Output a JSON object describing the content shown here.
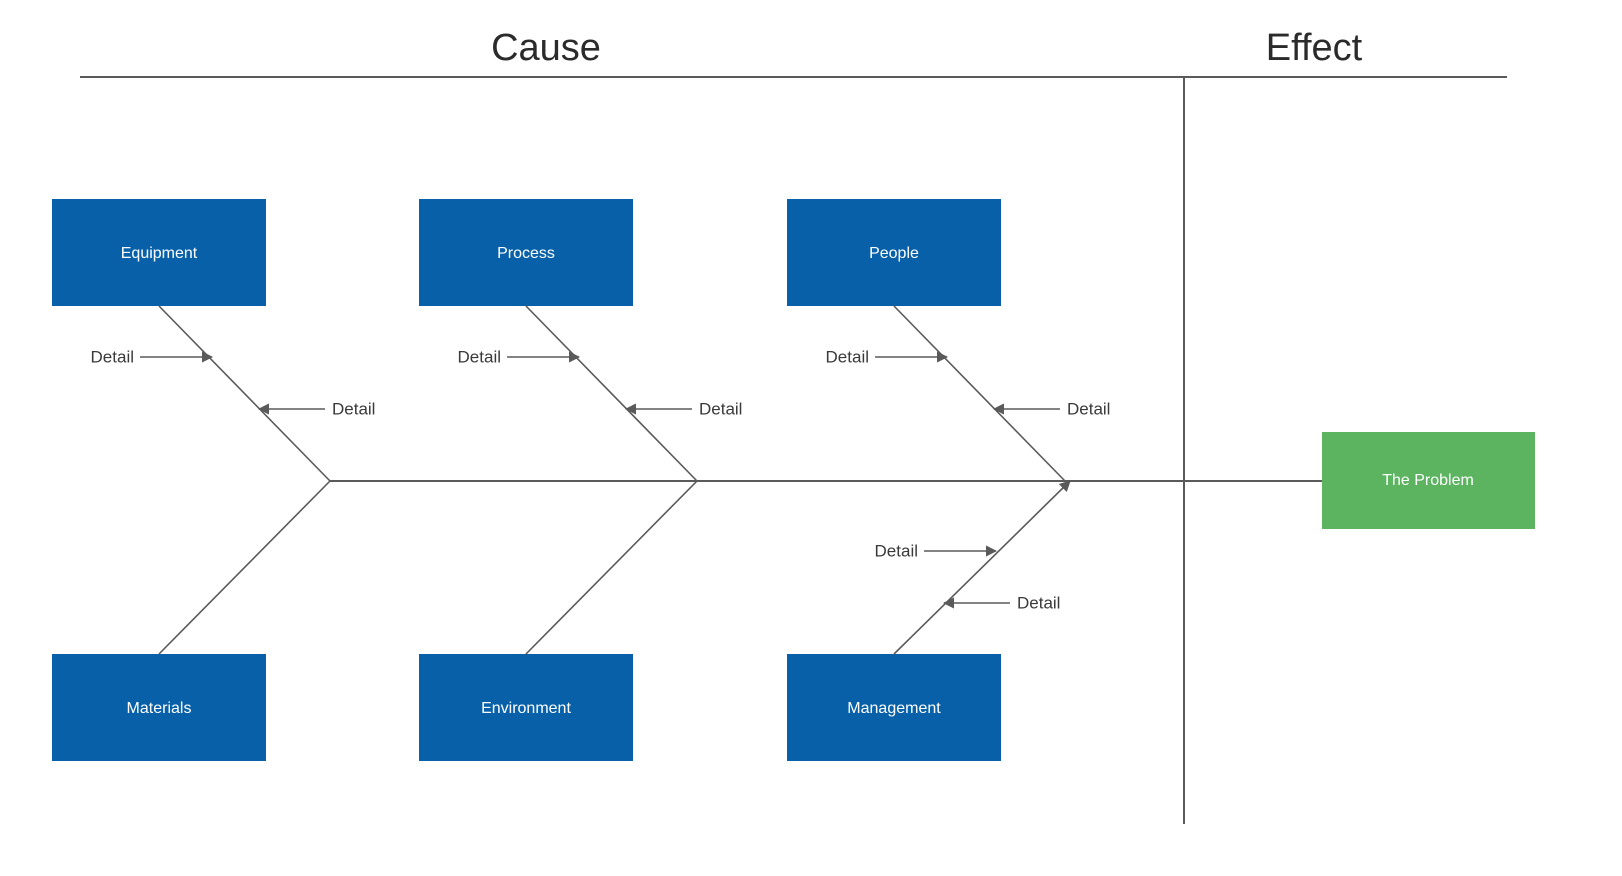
{
  "header": {
    "cause_title": "Cause",
    "effect_title": "Effect"
  },
  "effect": {
    "label": "The Problem",
    "color": "#5cb460"
  },
  "style": {
    "category_color": "#0861a8",
    "line_color": "#5a5a5a",
    "text_color": "#3a3a3a",
    "background": "#ffffff"
  },
  "categories": [
    {
      "id": "equipment",
      "label": "Equipment",
      "position": "top",
      "details": [
        {
          "label": "Detail",
          "direction": "right"
        },
        {
          "label": "Detail",
          "direction": "left"
        }
      ]
    },
    {
      "id": "process",
      "label": "Process",
      "position": "top",
      "details": [
        {
          "label": "Detail",
          "direction": "right"
        },
        {
          "label": "Detail",
          "direction": "left"
        }
      ]
    },
    {
      "id": "people",
      "label": "People",
      "position": "top",
      "details": [
        {
          "label": "Detail",
          "direction": "right"
        },
        {
          "label": "Detail",
          "direction": "left"
        }
      ]
    },
    {
      "id": "materials",
      "label": "Materials",
      "position": "bottom",
      "details": []
    },
    {
      "id": "environment",
      "label": "Environment",
      "position": "bottom",
      "details": []
    },
    {
      "id": "management",
      "label": "Management",
      "position": "bottom",
      "details": [
        {
          "label": "Detail",
          "direction": "right"
        },
        {
          "label": "Detail",
          "direction": "left"
        }
      ]
    }
  ]
}
